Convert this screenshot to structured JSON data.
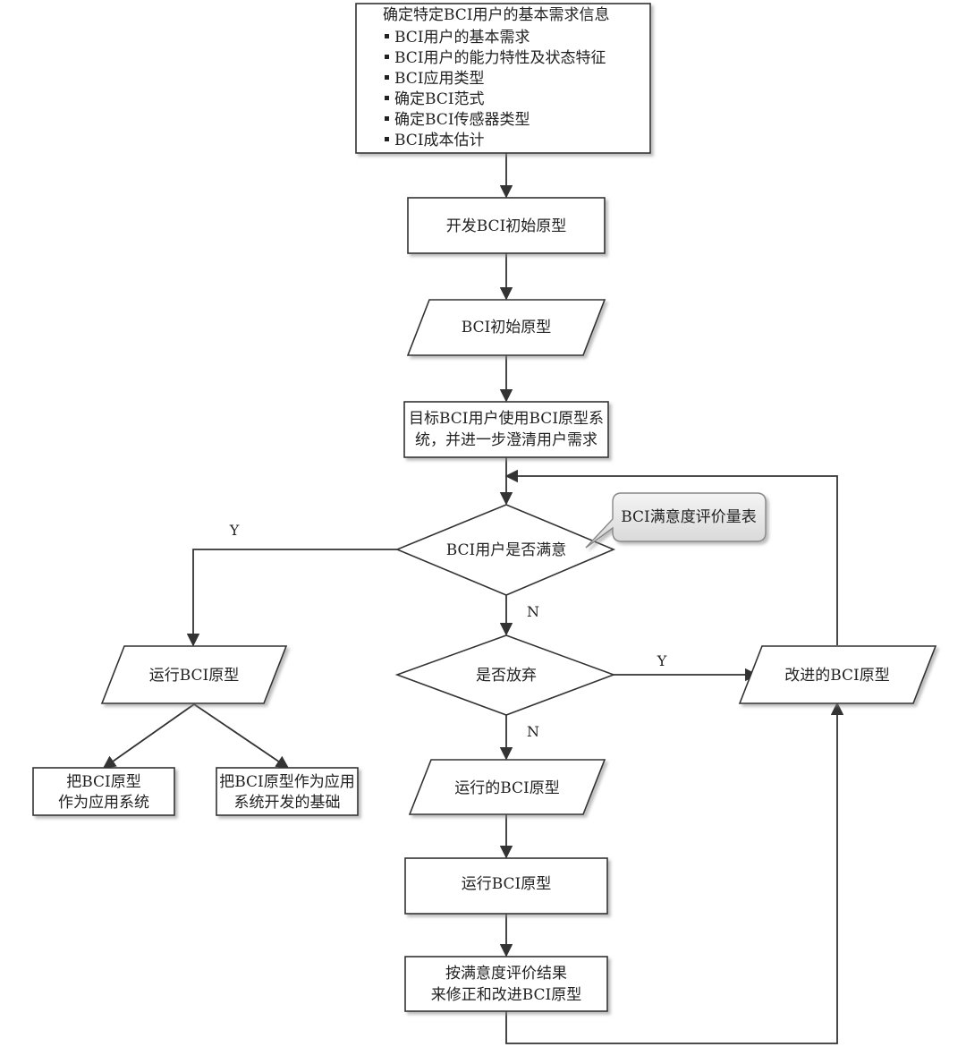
{
  "requirements": {
    "title": "确定特定BCI用户的基本需求信息",
    "items": [
      "BCI用户的基本需求",
      "BCI用户的能力特性及状态特征",
      "BCI应用类型",
      "确定BCI范式",
      "确定BCI传感器类型",
      "BCI成本估计"
    ]
  },
  "develop_initial": "开发BCI初始原型",
  "initial_prototype": "BCI初始原型",
  "user_trial": [
    "目标BCI用户使用BCI原型系",
    "统，并进一步澄清用户需求"
  ],
  "satisfied_decision": "BCI用户是否满意",
  "satisfaction_scale": "BCI满意度评价量表",
  "abandon_decision": "是否放弃",
  "run_prototype_left": "运行BCI原型",
  "use_as_app": [
    "把BCI原型",
    "作为应用系统"
  ],
  "use_as_basis": [
    "把BCI原型作为应用",
    "系统开发的基础"
  ],
  "running_prototype": "运行的BCI原型",
  "run_prototype_center": "运行BCI原型",
  "revise": [
    "按满意度评价结果",
    "来修正和改进BCI原型"
  ],
  "improved_prototype": "改进的BCI原型",
  "labels": {
    "yes": "Y",
    "no": "N"
  }
}
